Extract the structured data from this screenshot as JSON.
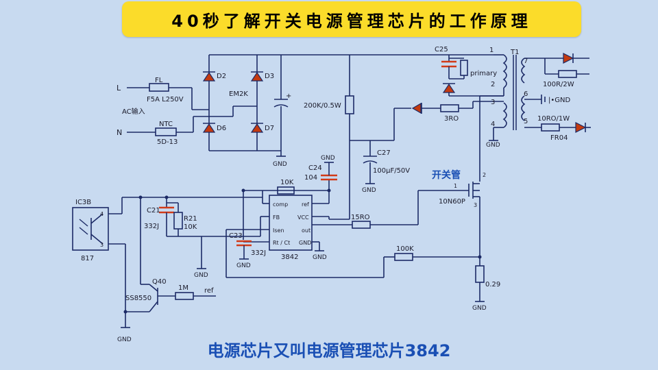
{
  "title": "40秒了解开关电源管理芯片的工作原理",
  "caption": "电源芯片又叫电源管理芯片3842",
  "labels": {
    "L": "L",
    "N": "N",
    "FL": "FL",
    "fuse_rating": "F5A L250V",
    "ac_input": "AC输入",
    "NTC": "NTC",
    "ntc_part": "5D-13",
    "D2": "D2",
    "D3": "D3",
    "D6": "D6",
    "D7": "D7",
    "bridge": "EM2K",
    "gnd": "GND",
    "r_200k": "200K/0.5W",
    "C25": "C25",
    "T1": "T1",
    "primary": "primary",
    "pin1": "1",
    "pin2": "2",
    "pin3": "3",
    "pin4": "4",
    "pin5": "5",
    "pin6": "6",
    "pin7": "7",
    "r_100r": "100R/2W",
    "gnd_out": "|•GND",
    "r_3ro": "3RO",
    "r_10ro": "10RO/1W",
    "FR04": "FR04",
    "C27": "C27",
    "c27_val": "100μF/50V",
    "C24": "C24",
    "c24_val": "104",
    "r_10k_top": "10K",
    "switch_tube": "开关管",
    "mos_part": "10N60P",
    "mos_g": "1",
    "mos_d": "2",
    "mos_s": "3",
    "IC3B": "IC3B",
    "opto_p4": "4",
    "opto_p3": "3",
    "opto_part": "817",
    "C21": "C21",
    "c21_val": "332J",
    "R21": "R21",
    "r21_val": "10K",
    "C23": "C23",
    "c23_val": "332J",
    "ic_comp": "comp",
    "ic_ref": "ref",
    "ic_fb": "FB",
    "ic_vcc": "VCC",
    "ic_isen": "Isen",
    "ic_out": "out",
    "ic_rtct": "Rt / Ct",
    "ic_gnd": "GND",
    "ic_part": "3842",
    "r_15ro": "15RO",
    "r_100k": "100K",
    "r_029": "0.29",
    "Q40": "Q40",
    "ss8550": "SS8550",
    "r_1m": "1M",
    "ref": "ref"
  }
}
